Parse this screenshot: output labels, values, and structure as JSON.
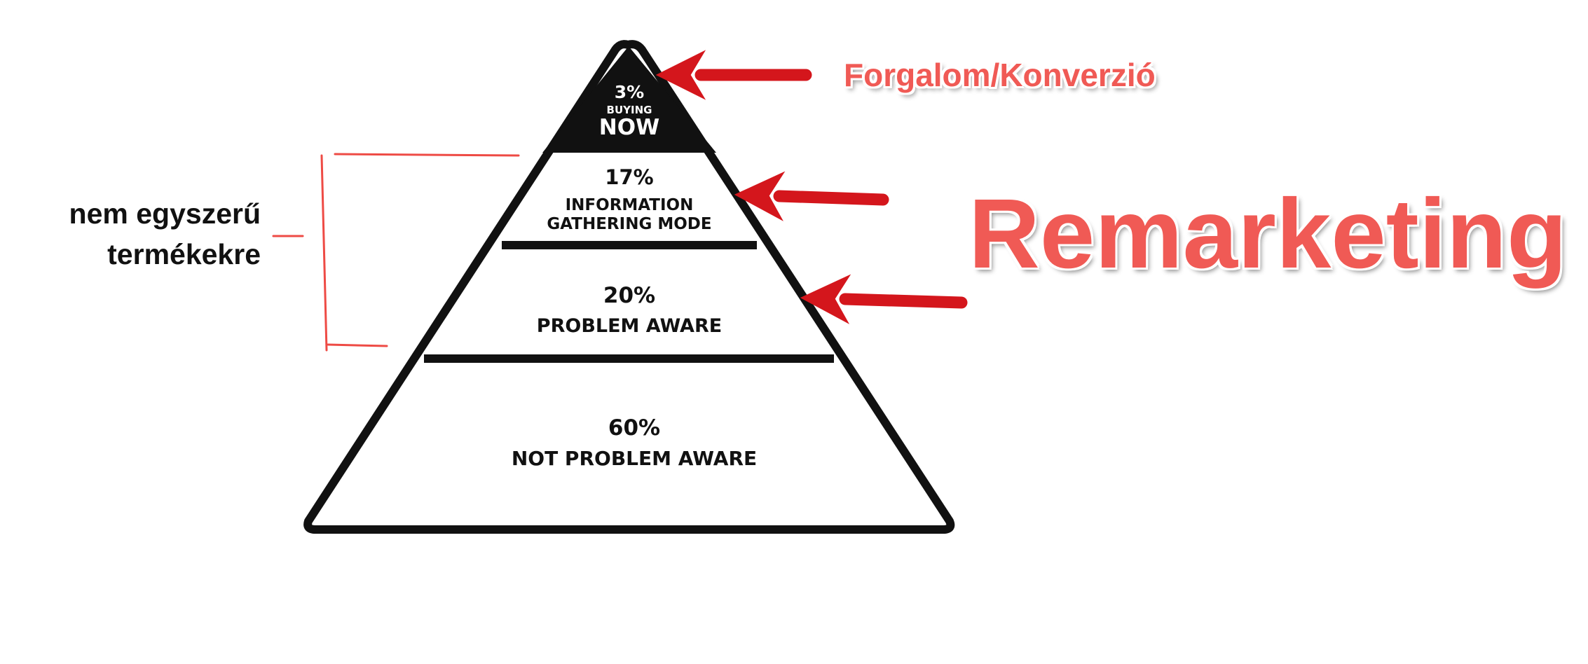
{
  "pyramid": {
    "levels": [
      {
        "percent": "3%",
        "label_small": "BUYING",
        "label_big": "NOW"
      },
      {
        "percent": "17%",
        "label_line1": "INFORMATION",
        "label_line2": "GATHERING MODE"
      },
      {
        "percent": "20%",
        "label": "PROBLEM AWARE"
      },
      {
        "percent": "60%",
        "label": "NOT PROBLEM AWARE"
      }
    ]
  },
  "annotations": {
    "side_label_line1": "nem egyszerű",
    "side_label_line2": "termékekre",
    "top_callout": "Forgalom/Konverzió",
    "big_callout": "Remarketing"
  },
  "colors": {
    "accent_red": "#f05a55",
    "arrow_red": "#d4161c",
    "bracket_red": "#ee4b45",
    "pyramid_black": "#111111"
  }
}
